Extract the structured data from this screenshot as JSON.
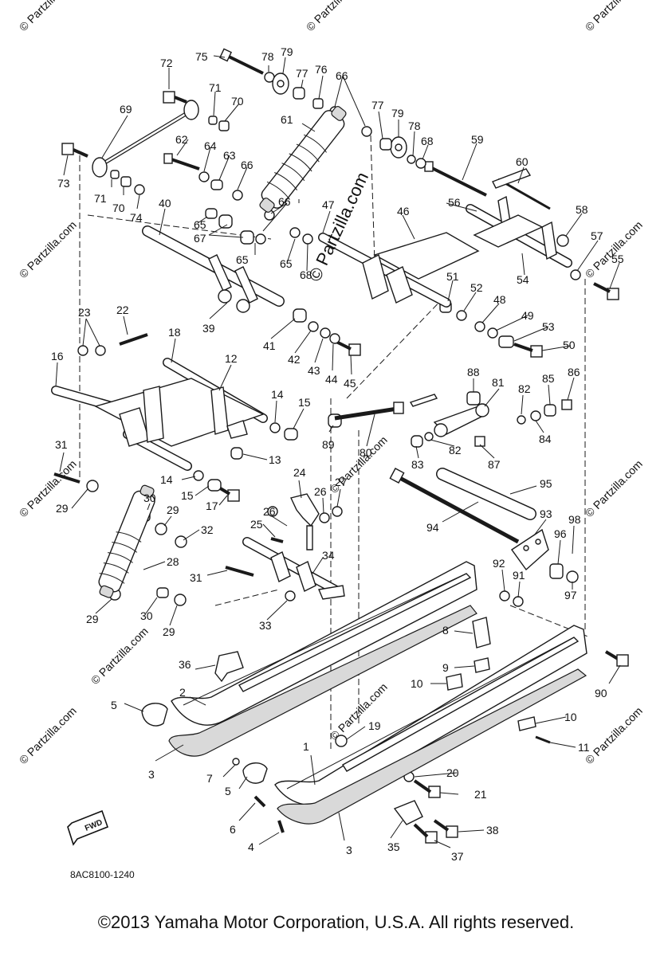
{
  "diagram": {
    "code": "8AC8100-1240",
    "fwd_label": "FWD",
    "center_watermark": "© Partzilla.com",
    "watermark": "© Partzilla.com",
    "callouts": [
      "1",
      "2",
      "3",
      "4",
      "5",
      "6",
      "7",
      "8",
      "9",
      "10",
      "11",
      "12",
      "13",
      "14",
      "15",
      "16",
      "17",
      "18",
      "19",
      "20",
      "21",
      "22",
      "23",
      "24",
      "25",
      "26",
      "27",
      "28",
      "29",
      "30",
      "31",
      "32",
      "33",
      "34",
      "35",
      "36",
      "37",
      "38",
      "39",
      "40",
      "41",
      "42",
      "43",
      "44",
      "45",
      "46",
      "47",
      "48",
      "49",
      "50",
      "51",
      "52",
      "53",
      "54",
      "55",
      "56",
      "57",
      "58",
      "59",
      "60",
      "61",
      "62",
      "63",
      "64",
      "65",
      "66",
      "67",
      "68",
      "69",
      "70",
      "71",
      "72",
      "73",
      "74",
      "75",
      "76",
      "77",
      "78",
      "79",
      "80",
      "81",
      "82",
      "83",
      "84",
      "85",
      "86",
      "87",
      "88",
      "89",
      "90",
      "91",
      "92",
      "93",
      "94",
      "95",
      "96",
      "97",
      "98"
    ]
  },
  "footer": {
    "copyright": "©2013 Yamaha Motor Corporation, U.S.A. All rights reserved."
  }
}
